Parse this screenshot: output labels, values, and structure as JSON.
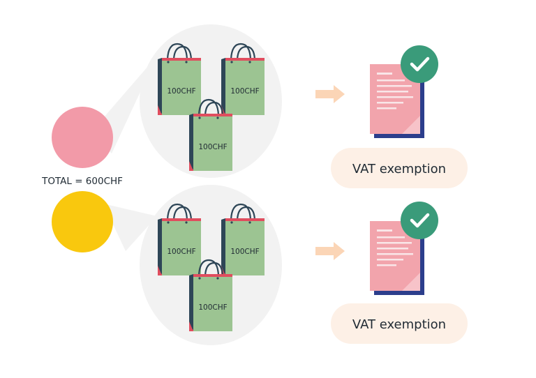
{
  "total_label": "TOTAL = 600CHF",
  "bag_label": "100CHF",
  "result_label": "VAT exemption",
  "colors": {
    "bubble": "#f2f2f2",
    "bag_green": "#9cc492",
    "bag_dark": "#2e4657",
    "bag_red": "#e04d5e",
    "avatar_pink": "#f29aa8",
    "avatar_yellow": "#f9c80e",
    "person": "#2e4657",
    "doc_pink": "#f2a4ac",
    "doc_blue": "#2c3e8c",
    "check_green": "#3a9b7a",
    "arrow": "#fbd5b6",
    "pill": "#fdf0e6"
  },
  "icons": [
    "person-icon",
    "shopping-bag-icon",
    "arrow-right-icon",
    "document-icon",
    "checkmark-icon"
  ]
}
